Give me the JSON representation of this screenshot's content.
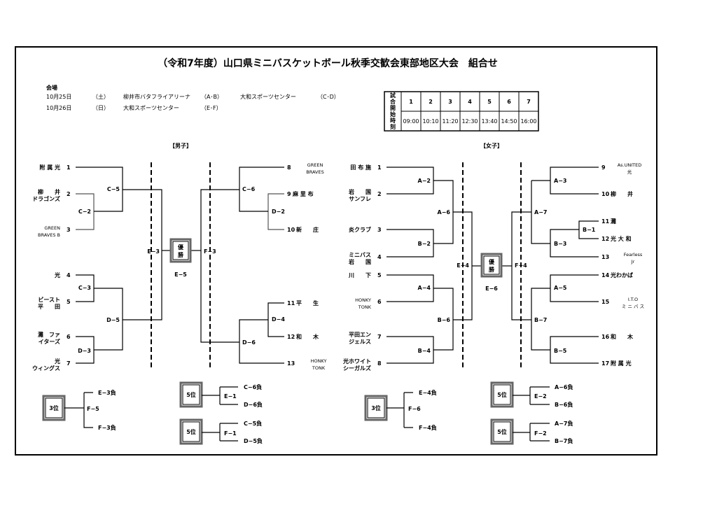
{
  "title": "（令和7年度）山口県ミニバスケットボール秋季交歓会東部地区大会　組合せ",
  "venue": {
    "heading": "会場",
    "rows": [
      {
        "date": "10月25日",
        "day": "（土）",
        "venue1": "柳井市バタフライアリーナ",
        "courts1": "（A･B）",
        "venue2": "大和スポーツセンター",
        "courts2": "（C･D）"
      },
      {
        "date": "10月26日",
        "day": "（日）",
        "venue1": "大和スポーツセンター",
        "courts1": "（E･F）",
        "venue2": "",
        "courts2": ""
      }
    ]
  },
  "schedule": {
    "header": [
      "試",
      "合",
      "開",
      "始",
      "時",
      "刻"
    ],
    "games": [
      "1",
      "2",
      "3",
      "4",
      "5",
      "6",
      "7"
    ],
    "times": [
      "09:00",
      "10:10",
      "11:20",
      "12:30",
      "13:40",
      "14:50",
      "16:00"
    ]
  },
  "boys": {
    "label": "【男子】",
    "left": [
      {
        "seed": "1",
        "name": [
          "附 属 光"
        ]
      },
      {
        "seed": "2",
        "name": [
          "柳　　井",
          "ドラゴンズ"
        ]
      },
      {
        "seed": "3",
        "name": [
          "GREEN",
          "BRAVES B"
        ]
      },
      {
        "seed": "4",
        "name": [
          "光"
        ]
      },
      {
        "seed": "5",
        "name": [
          "ビースト",
          "平　　田"
        ]
      },
      {
        "seed": "6",
        "name": [
          "灘　ファ",
          "イターズ"
        ]
      },
      {
        "seed": "7",
        "name": [
          "光",
          "ウィングス"
        ]
      }
    ],
    "right": [
      {
        "seed": "8",
        "name": [
          "GREEN",
          "BRAVES"
        ]
      },
      {
        "seed": "9",
        "name": [
          "麻 里 布"
        ]
      },
      {
        "seed": "10",
        "name": [
          "新　　庄"
        ]
      },
      {
        "seed": "11",
        "name": [
          "平　　生"
        ]
      },
      {
        "seed": "12",
        "name": [
          "和　　木"
        ]
      },
      {
        "seed": "13",
        "name": [
          "HONKY",
          "TONK"
        ]
      }
    ],
    "games": {
      "c2": "C−2",
      "c5": "C−5",
      "c3": "C−3",
      "d3": "D−3",
      "d5": "D−5",
      "c6": "C−6",
      "d2": "D−2",
      "d4": "D−4",
      "d6": "D−6",
      "e3": "E−3",
      "f3": "F−3",
      "final": "E−5"
    },
    "champion": [
      "優",
      "勝"
    ],
    "third": {
      "label": "3位",
      "game": "F−5",
      "top": "E−3負",
      "bottom": "F−3負"
    },
    "fifth1": {
      "label": "5位",
      "game": "E−1",
      "top": "C−6負",
      "bottom": "D−6負"
    },
    "fifth2": {
      "label": "5位",
      "game": "F−1",
      "top": "C−5負",
      "bottom": "D−5負"
    }
  },
  "girls": {
    "label": "【女子】",
    "left": [
      {
        "seed": "1",
        "name": [
          "田 布 施"
        ]
      },
      {
        "seed": "2",
        "name": [
          "岩　　国",
          "サンフレ"
        ]
      },
      {
        "seed": "3",
        "name": [
          "炎クラブ"
        ]
      },
      {
        "seed": "4",
        "name": [
          "ミニバス",
          "岩　　国"
        ]
      },
      {
        "seed": "5",
        "name": [
          "川　　下"
        ]
      },
      {
        "seed": "6",
        "name": [
          "HONKY",
          "TONK"
        ]
      },
      {
        "seed": "7",
        "name": [
          "平田エン",
          "ジェルス"
        ]
      },
      {
        "seed": "8",
        "name": [
          "光ホワイト",
          "シーガルズ"
        ]
      }
    ],
    "right": [
      {
        "seed": "9",
        "name": [
          "As.UNITED",
          "光"
        ]
      },
      {
        "seed": "10",
        "name": [
          "柳　　井"
        ]
      },
      {
        "seed": "11",
        "name": [
          "灘"
        ]
      },
      {
        "seed": "12",
        "name": [
          "光 大 和"
        ]
      },
      {
        "seed": "13",
        "name": [
          "Fearless",
          "Jr"
        ]
      },
      {
        "seed": "14",
        "name": [
          "光わかば"
        ]
      },
      {
        "seed": "15",
        "name": [
          "I.T.O",
          "ミ ニ バ ス"
        ]
      },
      {
        "seed": "16",
        "name": [
          "和　　木"
        ]
      },
      {
        "seed": "17",
        "name": [
          "附 属 光"
        ]
      }
    ],
    "games": {
      "a2": "A−2",
      "b2": "B−2",
      "a6": "A−6",
      "a4": "A−4",
      "b4": "B−4",
      "b6": "B−6",
      "a3": "A−3",
      "b1": "B−1",
      "b3": "B−3",
      "a7": "A−7",
      "a5": "A−5",
      "b5": "B−5",
      "b7": "B−7",
      "e4": "E−4",
      "f4": "F−4",
      "final": "E−6"
    },
    "champion": [
      "優",
      "勝"
    ],
    "third": {
      "label": "3位",
      "game": "F−6",
      "top": "E−4負",
      "bottom": "F−4負"
    },
    "fifth1": {
      "label": "5位",
      "game": "E−2",
      "top": "A−6負",
      "bottom": "B−6負"
    },
    "fifth2": {
      "label": "5位",
      "game": "F−2",
      "top": "A−7負",
      "bottom": "B−7負"
    }
  }
}
